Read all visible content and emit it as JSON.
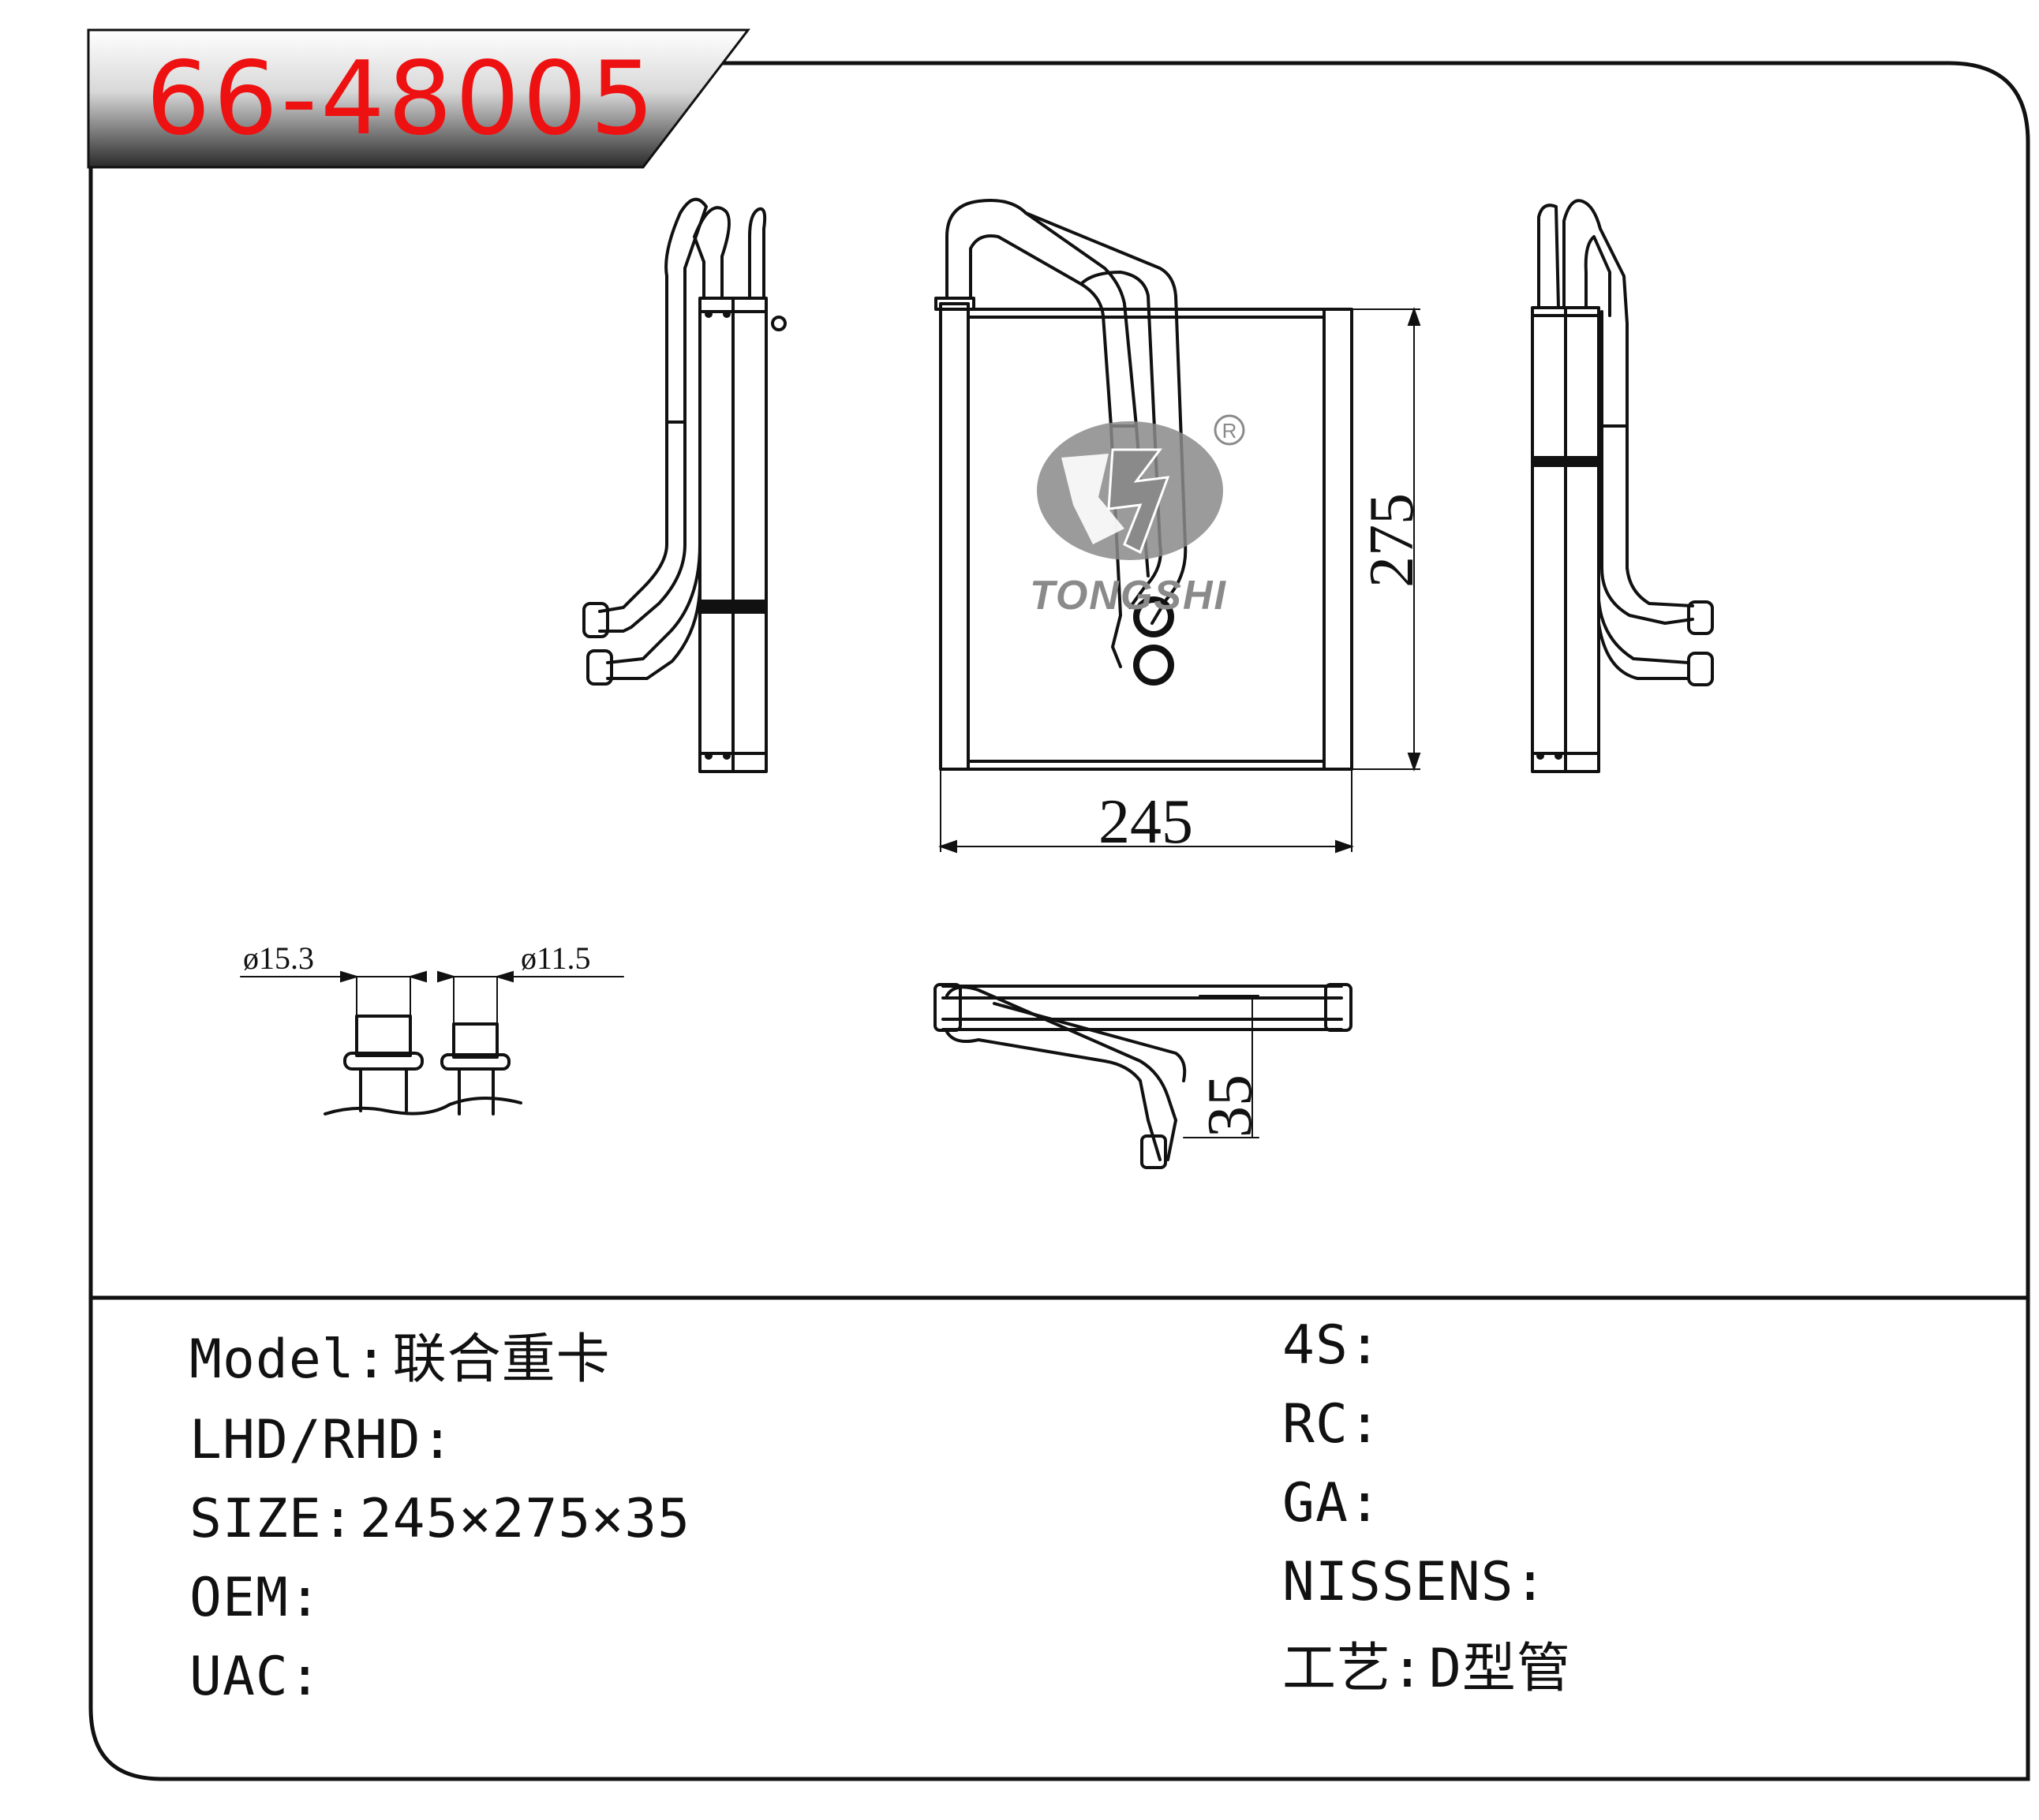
{
  "part_number": "66-48005",
  "brand": "TONGSHI",
  "registered_mark": "R",
  "dimensions": {
    "width": "245",
    "height": "275",
    "depth": "35",
    "pipe_outlet": "ø15.3",
    "pipe_inlet": "ø11.5"
  },
  "specs_left": [
    {
      "label": "Model:",
      "value": "联合重卡"
    },
    {
      "label": "LHD/RHD:",
      "value": ""
    },
    {
      "label": "SIZE:",
      "value": "245×275×35"
    },
    {
      "label": "OEM:",
      "value": ""
    },
    {
      "label": "UAC:",
      "value": ""
    }
  ],
  "specs_right": [
    {
      "label": "4S:",
      "value": ""
    },
    {
      "label": "RC:",
      "value": ""
    },
    {
      "label": "GA:",
      "value": ""
    },
    {
      "label": "NISSENS:",
      "value": ""
    },
    {
      "label": "工艺:",
      "value": "D型管"
    }
  ],
  "colors": {
    "title_red": "#ee1111",
    "line": "#111111",
    "watermark": "#8a8a8a"
  }
}
